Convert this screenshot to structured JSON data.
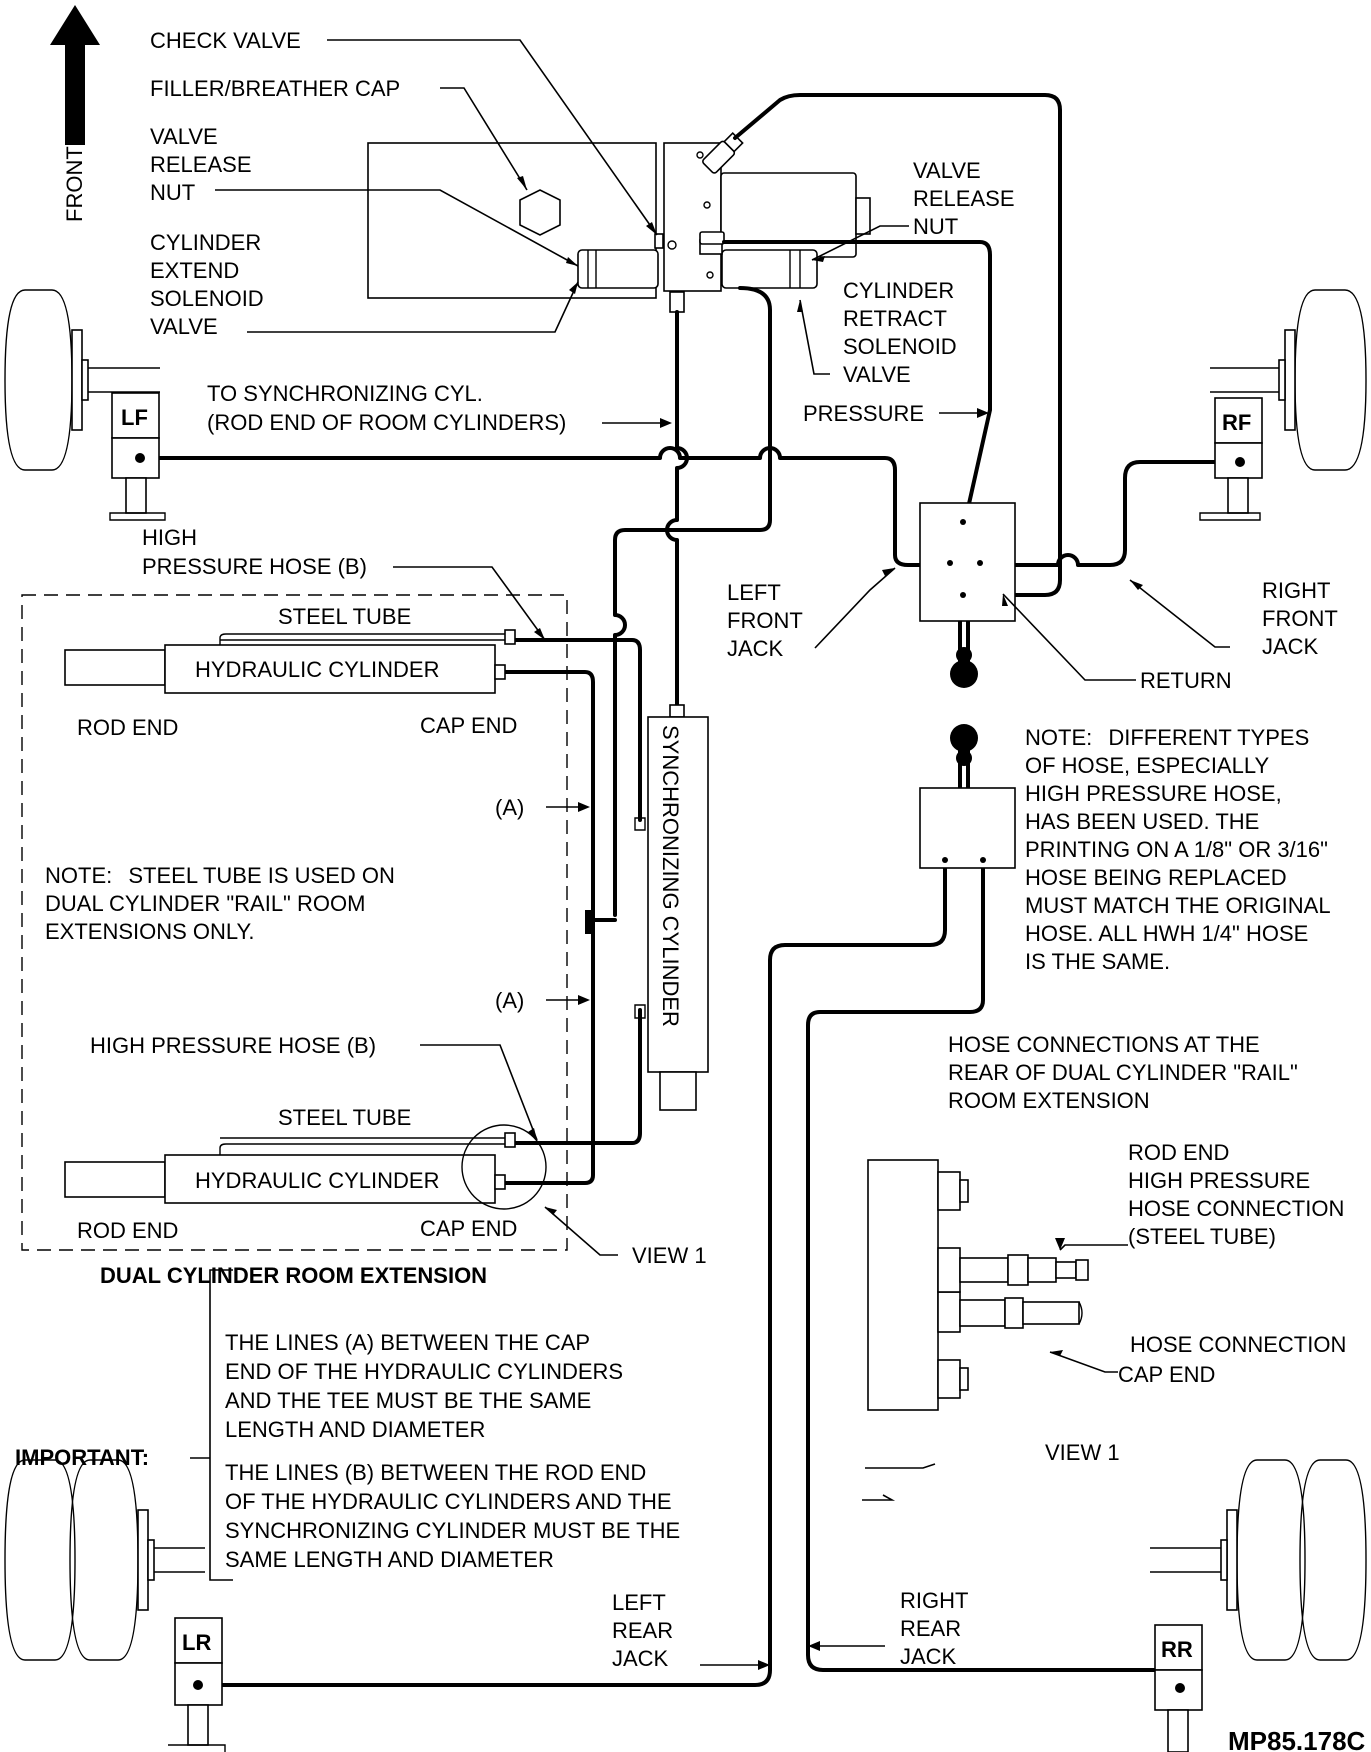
{
  "labels": {
    "front": "FRONT",
    "check_valve": "CHECK VALVE",
    "filler_cap": "FILLER/BREATHER CAP",
    "valve_release_nut_left": [
      "VALVE",
      "RELEASE",
      "NUT"
    ],
    "cyl_extend_valve": [
      "CYLINDER",
      "EXTEND",
      "SOLENOID",
      "VALVE"
    ],
    "valve_release_nut_right": [
      "VALVE",
      "RELEASE",
      "NUT"
    ],
    "cyl_retract_valve": [
      "CYLINDER",
      "RETRACT",
      "SOLENOID",
      "VALVE"
    ],
    "to_sync_cyl": [
      "TO SYNCHRONIZING CYL.",
      "(ROD END OF ROOM CYLINDERS)"
    ],
    "pressure": "PRESSURE",
    "return": "RETURN",
    "left_front_jack": [
      "LEFT",
      "FRONT",
      "JACK"
    ],
    "right_front_jack": [
      "RIGHT",
      "FRONT",
      "JACK"
    ],
    "high_pressure_hose_b_top": [
      "HIGH",
      "PRESSURE HOSE (B)"
    ],
    "high_pressure_hose_b_bottom": "HIGH PRESSURE HOSE (B)",
    "steel_tube": "STEEL TUBE",
    "hydraulic_cylinder": "HYDRAULIC CYLINDER",
    "rod_end": "ROD END",
    "cap_end": "CAP END",
    "line_a": "(A)",
    "sync_cylinder": "SYNCHRONIZING CYLINDER",
    "note_left_head": "NOTE:",
    "note_left": [
      "STEEL TUBE IS USED ON",
      "DUAL CYLINDER \"RAIL\" ROOM",
      "EXTENSIONS ONLY."
    ],
    "note_right_head": "NOTE:",
    "note_right": [
      "DIFFERENT TYPES",
      "OF HOSE, ESPECIALLY",
      "HIGH PRESSURE HOSE,",
      "HAS BEEN USED.  THE",
      "PRINTING ON A 1/8\" OR 3/16\"",
      "HOSE BEING REPLACED",
      "MUST MATCH THE ORIGINAL",
      "HOSE.  ALL HWH 1/4\" HOSE",
      "IS THE SAME."
    ],
    "view1_label": "VIEW 1",
    "dual_cyl_extension": "DUAL CYLINDER ROOM EXTENSION",
    "hose_conn_heading": [
      "HOSE CONNECTIONS AT THE",
      "REAR OF DUAL CYLINDER \"RAIL\"",
      "ROOM EXTENSION"
    ],
    "rod_end_conn": [
      "ROD END",
      "HIGH PRESSURE",
      "HOSE CONNECTION",
      "(STEEL TUBE)"
    ],
    "cap_end_conn": [
      "HOSE CONNECTION",
      "CAP END"
    ],
    "view1_caption": "VIEW 1",
    "important": "IMPORTANT:",
    "important_a": [
      "THE LINES (A) BETWEEN THE CAP",
      "END OF THE HYDRAULIC CYLINDERS",
      "AND THE TEE MUST BE THE SAME",
      "LENGTH AND DIAMETER"
    ],
    "important_b": [
      "THE LINES (B) BETWEEN THE ROD END",
      "OF THE HYDRAULIC CYLINDERS AND THE",
      "SYNCHRONIZING CYLINDER MUST BE THE",
      "SAME LENGTH AND DIAMETER"
    ],
    "left_rear_jack": [
      "LEFT",
      "REAR",
      "JACK"
    ],
    "right_rear_jack": [
      "RIGHT",
      "REAR",
      "JACK"
    ],
    "jack_lf": "LF",
    "jack_rf": "RF",
    "jack_lr": "LR",
    "jack_rr": "RR",
    "drawing_number": "MP85.178C"
  }
}
